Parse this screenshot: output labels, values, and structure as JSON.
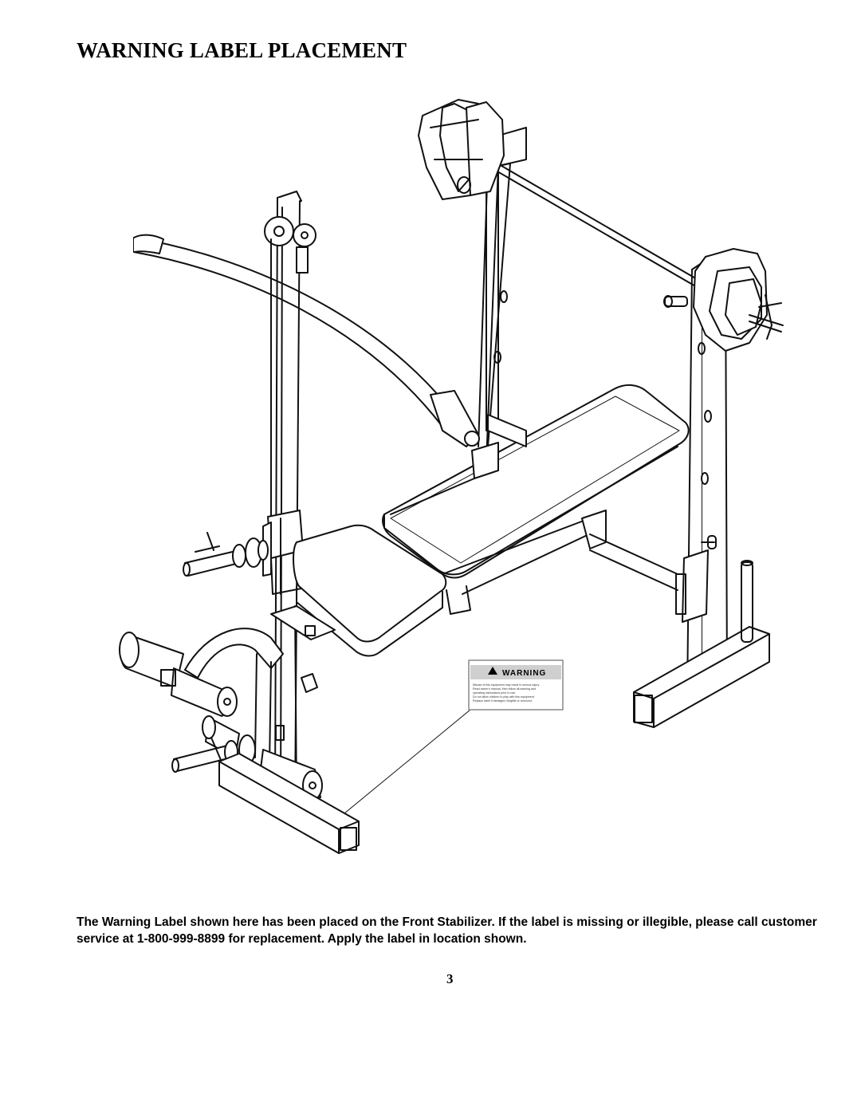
{
  "page": {
    "title": "WARNING LABEL PLACEMENT",
    "body_text": "The Warning Label shown here has been placed on the Front Stabilizer. If the label is missing or illegible, please call customer service at 1-800-999-8899 for replacement.  Apply the label in location shown.",
    "page_number": "3"
  },
  "warning_label": {
    "heading": "WARNING",
    "fine_print": [
      "Misuse of this equipment may result in serious injury.",
      "Read owner's manual, then follow all warning and",
      "operating instructions prior to use.",
      "Do not allow children to play with this equipment.",
      "Replace label if damaged, illegible or removed."
    ]
  },
  "icons": {
    "illustration": "weight-bench-line-drawing",
    "label_symbol": "warning-triangle-icon"
  }
}
